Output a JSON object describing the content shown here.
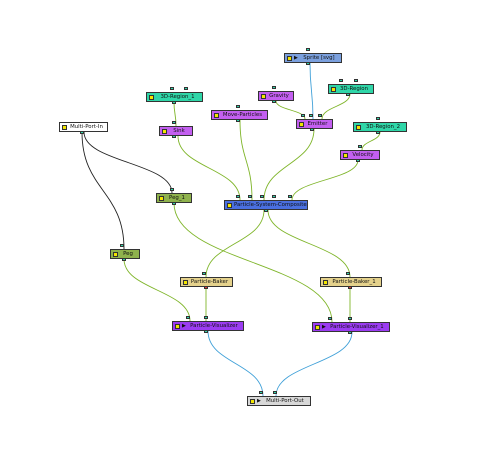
{
  "nodes": {
    "sprite": "Sprite [svg]",
    "region3d_top": "3D-Region",
    "region3d_1": "3D-Region_1",
    "gravity": "Gravity",
    "move_particles": "Move-Particles",
    "sink": "Sink",
    "emitter": "Emitter",
    "region3d_2": "3D-Region_2",
    "velocity": "Velocity",
    "multiportin": "Multi-Port-In",
    "peg1": "Peg_1",
    "composite": "Particle-System-Composite",
    "peg": "Peg",
    "baker": "Particle-Baker",
    "baker1": "Particle-Baker_1",
    "visualizer": "Particle-Visualizer",
    "visualizer1": "Particle-Visualizer_1",
    "multiportout": "Multi-Port-Out"
  },
  "colors": {
    "wire_green": "#7fb52a",
    "wire_blue": "#3fa0d8",
    "wire_black": "#222222"
  }
}
